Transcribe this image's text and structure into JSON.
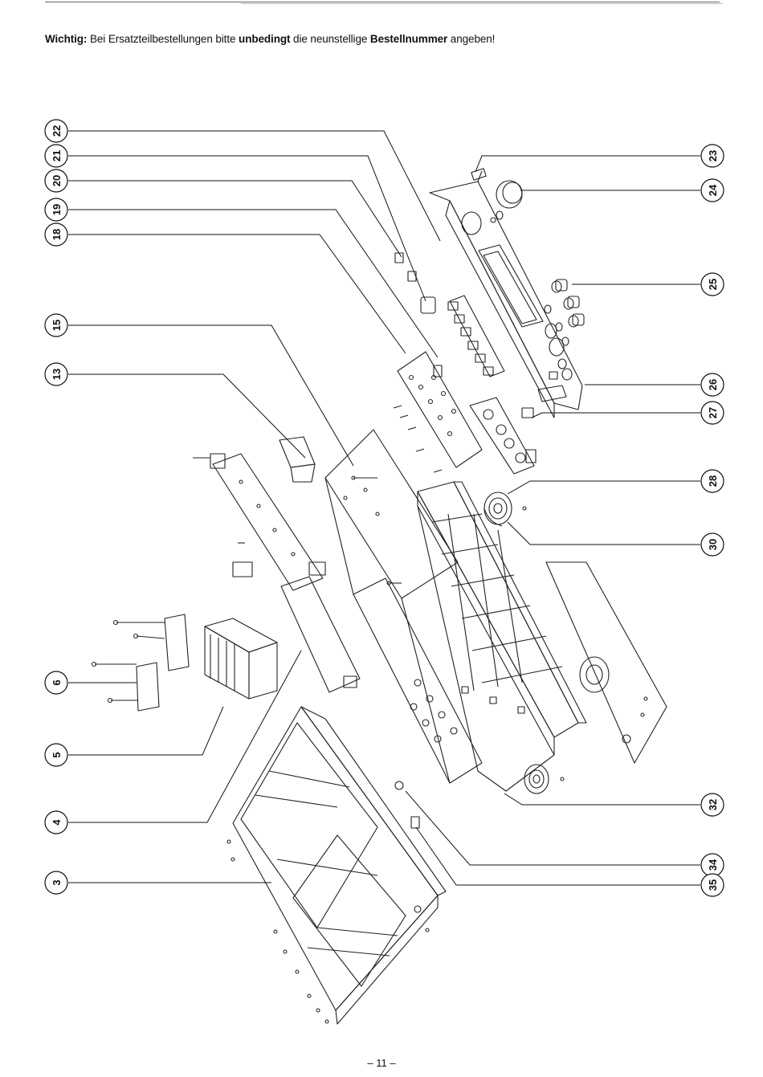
{
  "notice": {
    "lead": "Wichtig:",
    "text1": " Bei Ersatzteilbestellungen bitte ",
    "emph1": "unbedingt",
    "text2": " die neunstellige ",
    "emph2": "Bestellnummer",
    "text3": " angeben!"
  },
  "callouts_left": [
    "22",
    "21",
    "20",
    "19",
    "18",
    "15",
    "13",
    "6",
    "5",
    "4",
    "3"
  ],
  "callouts_right": [
    "23",
    "24",
    "25",
    "26",
    "27",
    "28",
    "30",
    "32",
    "34",
    "35"
  ],
  "page_number": "– 11 –"
}
